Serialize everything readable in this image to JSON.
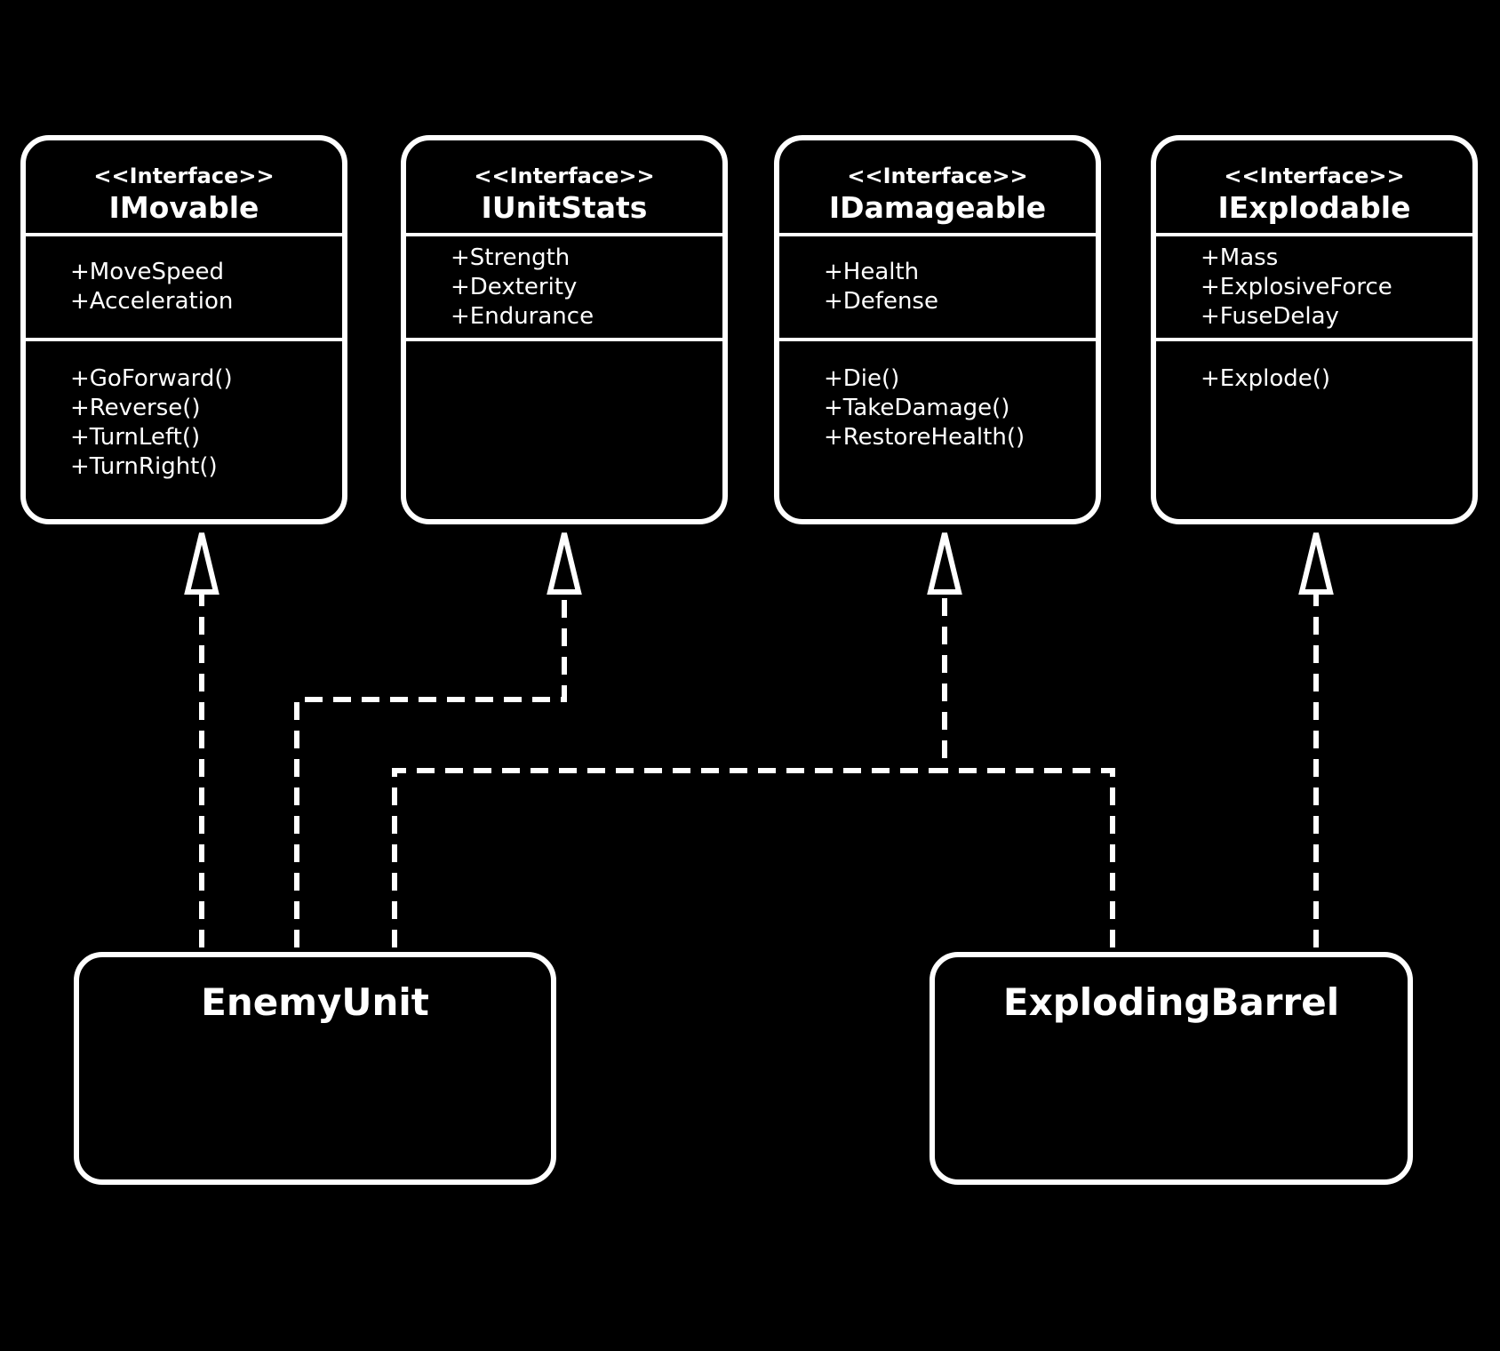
{
  "interfaces": [
    {
      "stereotype": "<<Interface>>",
      "name": "IMovable",
      "attributes": [
        "+MoveSpeed",
        "+Acceleration"
      ],
      "methods": [
        "+GoForward()",
        "+Reverse()",
        "+TurnLeft()",
        "+TurnRight()"
      ]
    },
    {
      "stereotype": "<<Interface>>",
      "name": "IUnitStats",
      "attributes": [
        "+Strength",
        "+Dexterity",
        "+Endurance"
      ],
      "methods": []
    },
    {
      "stereotype": "<<Interface>>",
      "name": "IDamageable",
      "attributes": [
        "+Health",
        "+Defense"
      ],
      "methods": [
        "+Die()",
        "+TakeDamage()",
        "+RestoreHealth()"
      ]
    },
    {
      "stereotype": "<<Interface>>",
      "name": "IExplodable",
      "attributes": [
        "+Mass",
        "+ExplosiveForce",
        "+FuseDelay"
      ],
      "methods": [
        "+Explode()"
      ]
    }
  ],
  "classes": [
    {
      "name": "EnemyUnit"
    },
    {
      "name": "ExplodingBarrel"
    }
  ],
  "relationships": [
    {
      "type": "realization",
      "from": "EnemyUnit",
      "to": "IMovable"
    },
    {
      "type": "realization",
      "from": "EnemyUnit",
      "to": "IUnitStats"
    },
    {
      "type": "realization",
      "from": "EnemyUnit",
      "to": "IDamageable"
    },
    {
      "type": "realization",
      "from": "ExplodingBarrel",
      "to": "IDamageable"
    },
    {
      "type": "realization",
      "from": "ExplodingBarrel",
      "to": "IExplodable"
    }
  ],
  "colors": {
    "background": "#000000",
    "foreground": "#ffffff"
  }
}
